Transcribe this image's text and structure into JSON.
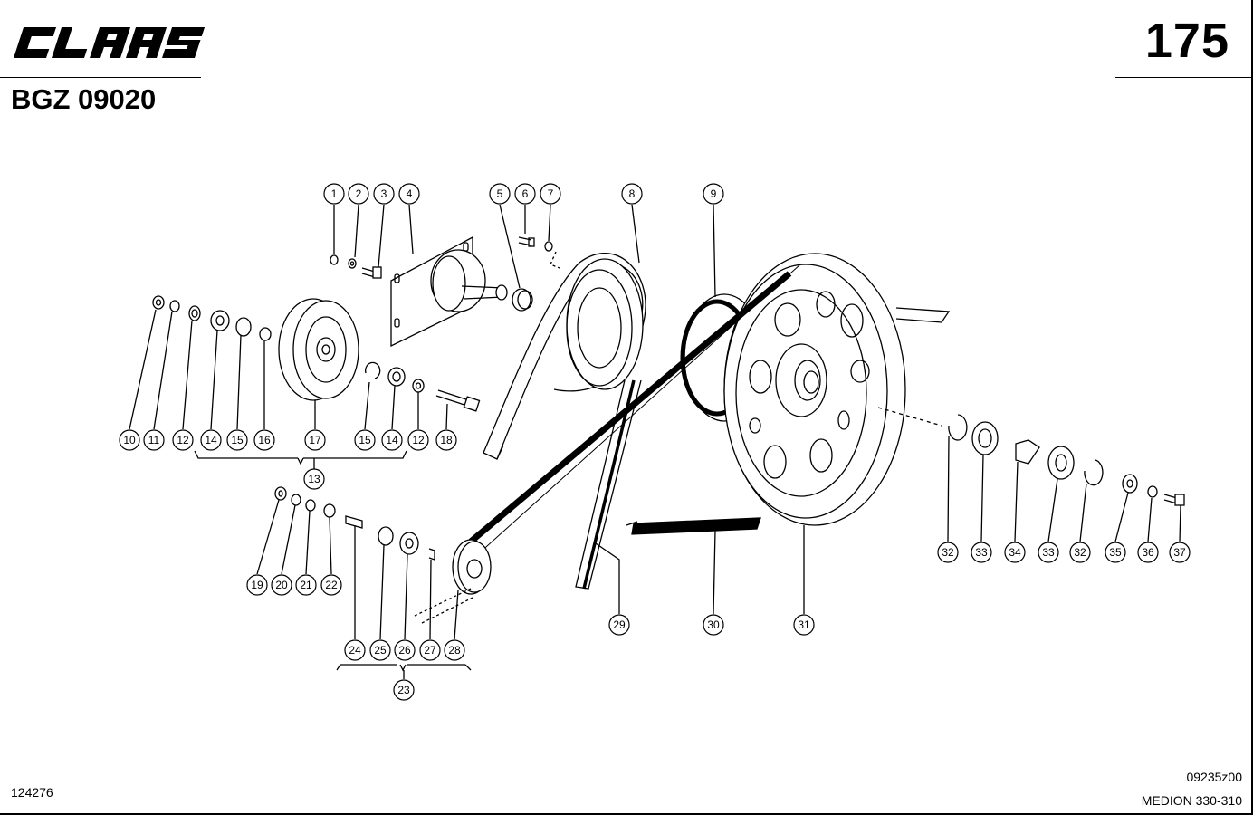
{
  "header": {
    "brand_logo_text": "CLAAS",
    "page_number": "175",
    "document_code": "BGZ 09020"
  },
  "footer": {
    "image_id": "124276",
    "drawing_ref": "09235z00",
    "model": "MEDION 330-310"
  },
  "callouts": [
    "1",
    "2",
    "3",
    "4",
    "5",
    "6",
    "7",
    "8",
    "9",
    "10",
    "11",
    "12",
    "14",
    "15",
    "16",
    "17",
    "15",
    "14",
    "12",
    "18",
    "13",
    "19",
    "20",
    "21",
    "22",
    "24",
    "25",
    "26",
    "27",
    "28",
    "23",
    "29",
    "30",
    "31",
    "32",
    "33",
    "34",
    "33",
    "32",
    "35",
    "36",
    "37"
  ]
}
